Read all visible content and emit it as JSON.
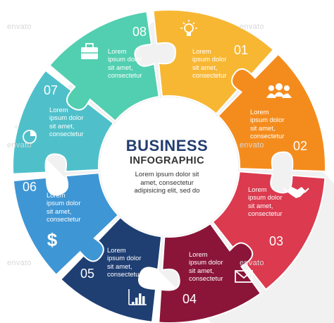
{
  "watermark": "envato",
  "center": {
    "title": "BUSINESS",
    "subtitle": "INFOGRAPHIC",
    "description_lines": [
      "Lorem ipsum dolor sit",
      "amet, consectetur",
      "adipisicing elit, sed do"
    ]
  },
  "segments": [
    {
      "number": "01",
      "color": "#f7b733",
      "icon": "lightbulb-icon",
      "text_lines": [
        "Lorem",
        "ipsum dolor",
        "sit amet,",
        "consectetur"
      ]
    },
    {
      "number": "02",
      "color": "#f48c1d",
      "icon": "people-icon",
      "text_lines": [
        "Lorem",
        "ipsum dolor",
        "sit amet,",
        "consectetur"
      ]
    },
    {
      "number": "03",
      "color": "#db3a4f",
      "icon": "handshake-icon",
      "text_lines": [
        "Lorem",
        "ipsum dolor",
        "sit amet,",
        "consectetur"
      ]
    },
    {
      "number": "04",
      "color": "#8a1538",
      "icon": "envelope-icon",
      "text_lines": [
        "Lorem",
        "ipsum dolor",
        "sit amet,",
        "consectetur"
      ]
    },
    {
      "number": "05",
      "color": "#1f3f73",
      "icon": "bar-chart-icon",
      "text_lines": [
        "Lorem",
        "ipsum dolor",
        "sit amet,",
        "consectetur"
      ]
    },
    {
      "number": "06",
      "color": "#3e96d5",
      "icon": "dollar-icon",
      "text_lines": [
        "Lorem",
        "ipsum dolor",
        "sit amet,",
        "consectetur"
      ]
    },
    {
      "number": "07",
      "color": "#4fc0ca",
      "icon": "pie-chart-icon",
      "text_lines": [
        "Lorem",
        "ipsum dolor",
        "sit amet,",
        "consectetur"
      ]
    },
    {
      "number": "08",
      "color": "#52cfb0",
      "icon": "briefcase-icon",
      "text_lines": [
        "Lorem",
        "ipsum dolor",
        "sit amet,",
        "consectetur"
      ]
    }
  ]
}
